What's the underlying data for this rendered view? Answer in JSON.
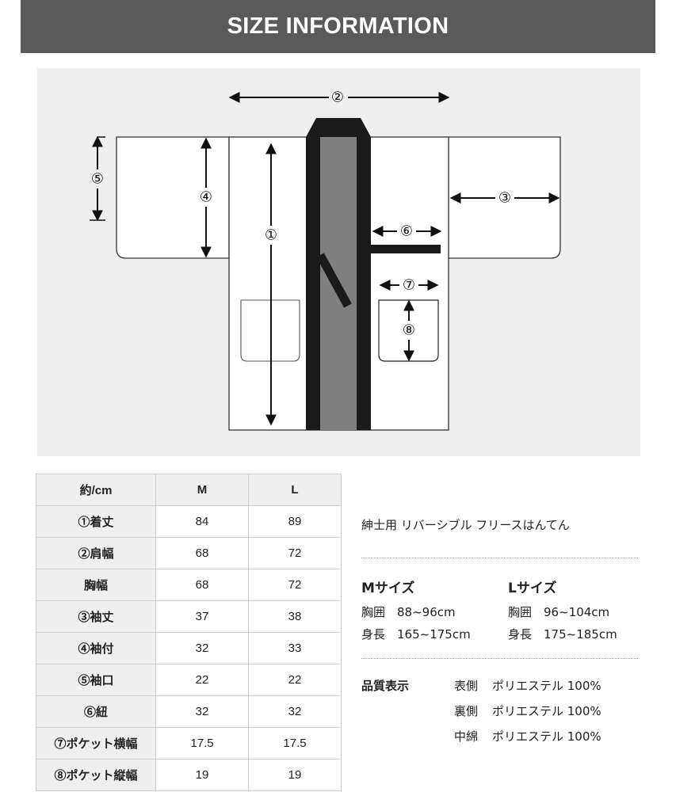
{
  "header": {
    "title": "SIZE INFORMATION"
  },
  "diagram": {
    "markers": [
      "①",
      "②",
      "③",
      "④",
      "⑤",
      "⑥",
      "⑦",
      "⑧"
    ],
    "colors": {
      "collar": "#1a1a1a",
      "inner": "#7f7f7f",
      "outline": "#333333"
    }
  },
  "table": {
    "header": [
      "約/cm",
      "M",
      "L"
    ],
    "rows": [
      {
        "label": "①着丈",
        "m": "84",
        "l": "89"
      },
      {
        "label": "②肩幅",
        "m": "68",
        "l": "72"
      },
      {
        "label": "胸幅",
        "m": "68",
        "l": "72"
      },
      {
        "label": "③袖丈",
        "m": "37",
        "l": "38"
      },
      {
        "label": "④袖付",
        "m": "32",
        "l": "33"
      },
      {
        "label": "⑤袖口",
        "m": "22",
        "l": "22"
      },
      {
        "label": "⑥紐",
        "m": "32",
        "l": "32"
      },
      {
        "label": "⑦ポケット横幅",
        "m": "17.5",
        "l": "17.5"
      },
      {
        "label": "⑧ポケット縦幅",
        "m": "19",
        "l": "19"
      }
    ]
  },
  "info": {
    "product_name": "紳士用 リバーシブル フリースはんてん",
    "m_size": {
      "title": "Mサイズ",
      "chest": "胸囲　88~96cm",
      "height": "身長　165~175cm"
    },
    "l_size": {
      "title": "Lサイズ",
      "chest": "胸囲　96~104cm",
      "height": "身長　175~185cm"
    },
    "quality": {
      "title": "品質表示",
      "rows": [
        {
          "part": "表側",
          "material": "ポリエステル 100%"
        },
        {
          "part": "裏側",
          "material": "ポリエステル 100%"
        },
        {
          "part": "中綿",
          "material": "ポリエステル 100%"
        }
      ]
    }
  }
}
